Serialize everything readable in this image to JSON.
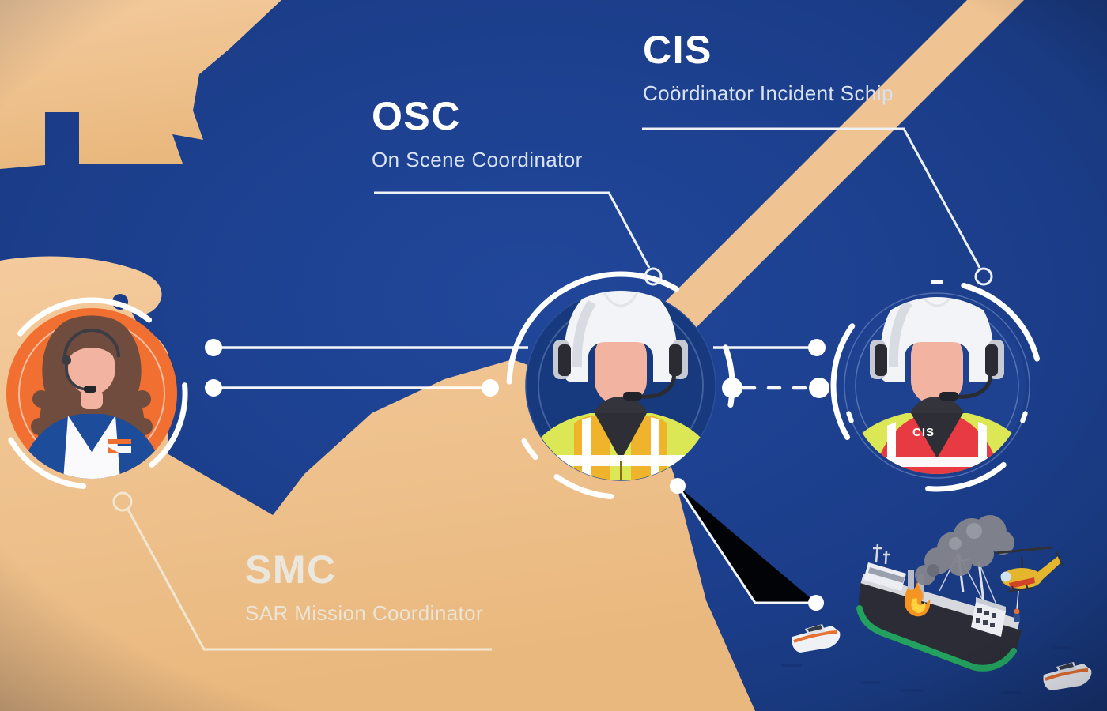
{
  "roles": {
    "smc": {
      "abbr": "SMC",
      "name": "SAR Mission Coordinator"
    },
    "osc": {
      "abbr": "OSC",
      "name": "On Scene Coordinator"
    },
    "cis": {
      "abbr": "CIS",
      "name": "Coördinator Incident Schip",
      "vest_label": "CIS"
    }
  },
  "connections": [
    {
      "from": "SMC",
      "to": "OSC",
      "style": "solid-line-with-end-dots"
    },
    {
      "from": "SMC",
      "to": "OSC",
      "style": "solid-line-with-end-dots"
    },
    {
      "from": "OSC",
      "to": "CIS",
      "style": "solid-line-with-end-dot"
    },
    {
      "from": "OSC",
      "to": "CIS",
      "style": "dashed-line-with-end-dots"
    },
    {
      "from": "OSC",
      "to": "incident-scene",
      "style": "elbow-line-with-end-dots"
    }
  ],
  "incident_scene": {
    "elements": [
      "cargo-ship-on-fire",
      "smoke-plume",
      "fire",
      "rescue-helicopter",
      "winch-rescuer",
      "rescue-boat-port",
      "rescue-boat-starboard"
    ]
  },
  "colors": {
    "sea": "#1b3d89",
    "land": "#efc493",
    "smc_circle": "#f06f31",
    "osc_circle": "#163a7d",
    "cis_circle": "#1e428f",
    "hivis_yellow": "#dce755",
    "hivis_orange": "#efb32c",
    "vest_red": "#e73a42",
    "ship_green": "#23a15e",
    "helicopter_yellow": "#e3b62d",
    "connector": "#ffffff"
  }
}
